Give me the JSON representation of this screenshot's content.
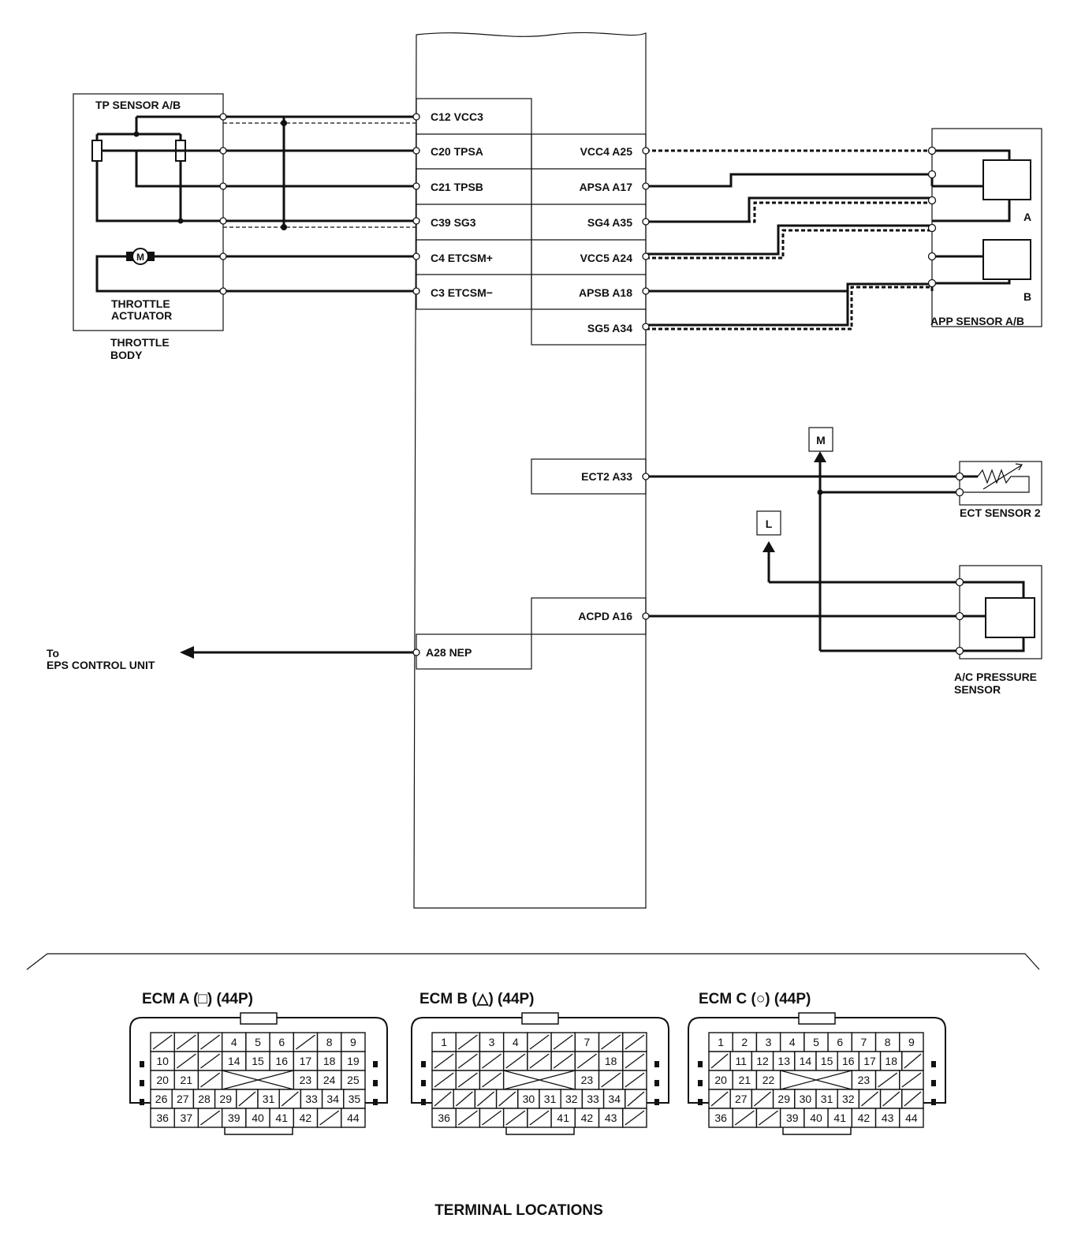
{
  "ecm": {
    "left_terminals": [
      "C12 VCC3",
      "C20 TPSA",
      "C21 TPSB",
      "C39 SG3",
      "C4 ETCSM+",
      "C3 ETCSM−"
    ],
    "right_terminals": [
      "VCC4 A25",
      "APSA A17",
      "SG4 A35",
      "VCC5 A24",
      "APSB A18",
      "SG5 A34"
    ],
    "ect_terminal": "ECT2 A33",
    "acpd_terminal": "ACPD A16",
    "nep_terminal": "A28 NEP"
  },
  "throttle": {
    "sensor_title": "TP SENSOR A/B",
    "motor_symbol": "M",
    "actuator_line1": "THROTTLE",
    "actuator_line2": "ACTUATOR",
    "body_line1": "THROTTLE",
    "body_line2": "BODY"
  },
  "app": {
    "a": "A",
    "b": "B",
    "title": "APP SENSOR A/B"
  },
  "ect": {
    "m_label": "M",
    "title": "ECT SENSOR 2"
  },
  "ac": {
    "l_label": "L",
    "title_line1": "A/C PRESSURE",
    "title_line2": "SENSOR"
  },
  "eps": {
    "line1": "To",
    "line2": "EPS CONTROL UNIT"
  },
  "connectors": {
    "a": {
      "title": "ECM A (□) (44P)"
    },
    "b": {
      "title": "ECM B (△) (44P)"
    },
    "c": {
      "title": "ECM C (○) (44P)"
    }
  },
  "footer": "TERMINAL LOCATIONS",
  "connector_pins": {
    "a": [
      [
        "/",
        "/",
        "/",
        "4",
        "5",
        "6",
        "/",
        "8",
        "9"
      ],
      [
        "10",
        "/",
        "/",
        "14",
        "15",
        "16",
        "17",
        "18",
        "19"
      ],
      [
        "20",
        "21",
        "/",
        "X",
        "X",
        "X",
        "23",
        "24",
        "25"
      ],
      [
        "26",
        "27",
        "28",
        "29",
        "/",
        "31",
        "/",
        "33",
        "34",
        "35"
      ],
      [
        "36",
        "37",
        "/",
        "39",
        "40",
        "41",
        "42",
        "/",
        "44"
      ]
    ],
    "b": [
      [
        "1",
        "/",
        "3",
        "4",
        "/",
        "/",
        "7",
        "/",
        "/"
      ],
      [
        "/",
        "/",
        "/",
        "/",
        "/",
        "/",
        "/",
        "18",
        "/"
      ],
      [
        "/",
        "/",
        "/",
        "X",
        "X",
        "X",
        "23",
        "/",
        "/"
      ],
      [
        "/",
        "/",
        "/",
        "/",
        "30",
        "31",
        "32",
        "33",
        "34",
        "/"
      ],
      [
        "36",
        "/",
        "/",
        "/",
        "/",
        "41",
        "42",
        "43",
        "/"
      ]
    ],
    "c": [
      [
        "1",
        "2",
        "3",
        "4",
        "5",
        "6",
        "7",
        "8",
        "9"
      ],
      [
        "/",
        "11",
        "12",
        "13",
        "14",
        "15",
        "16",
        "17",
        "18",
        "/"
      ],
      [
        "20",
        "21",
        "22",
        "X",
        "X",
        "X",
        "23",
        "/",
        "/"
      ],
      [
        "/",
        "27",
        "/",
        "29",
        "30",
        "31",
        "32",
        "/",
        "/",
        "/"
      ],
      [
        "36",
        "/",
        "/",
        "39",
        "40",
        "41",
        "42",
        "43",
        "44"
      ]
    ]
  }
}
